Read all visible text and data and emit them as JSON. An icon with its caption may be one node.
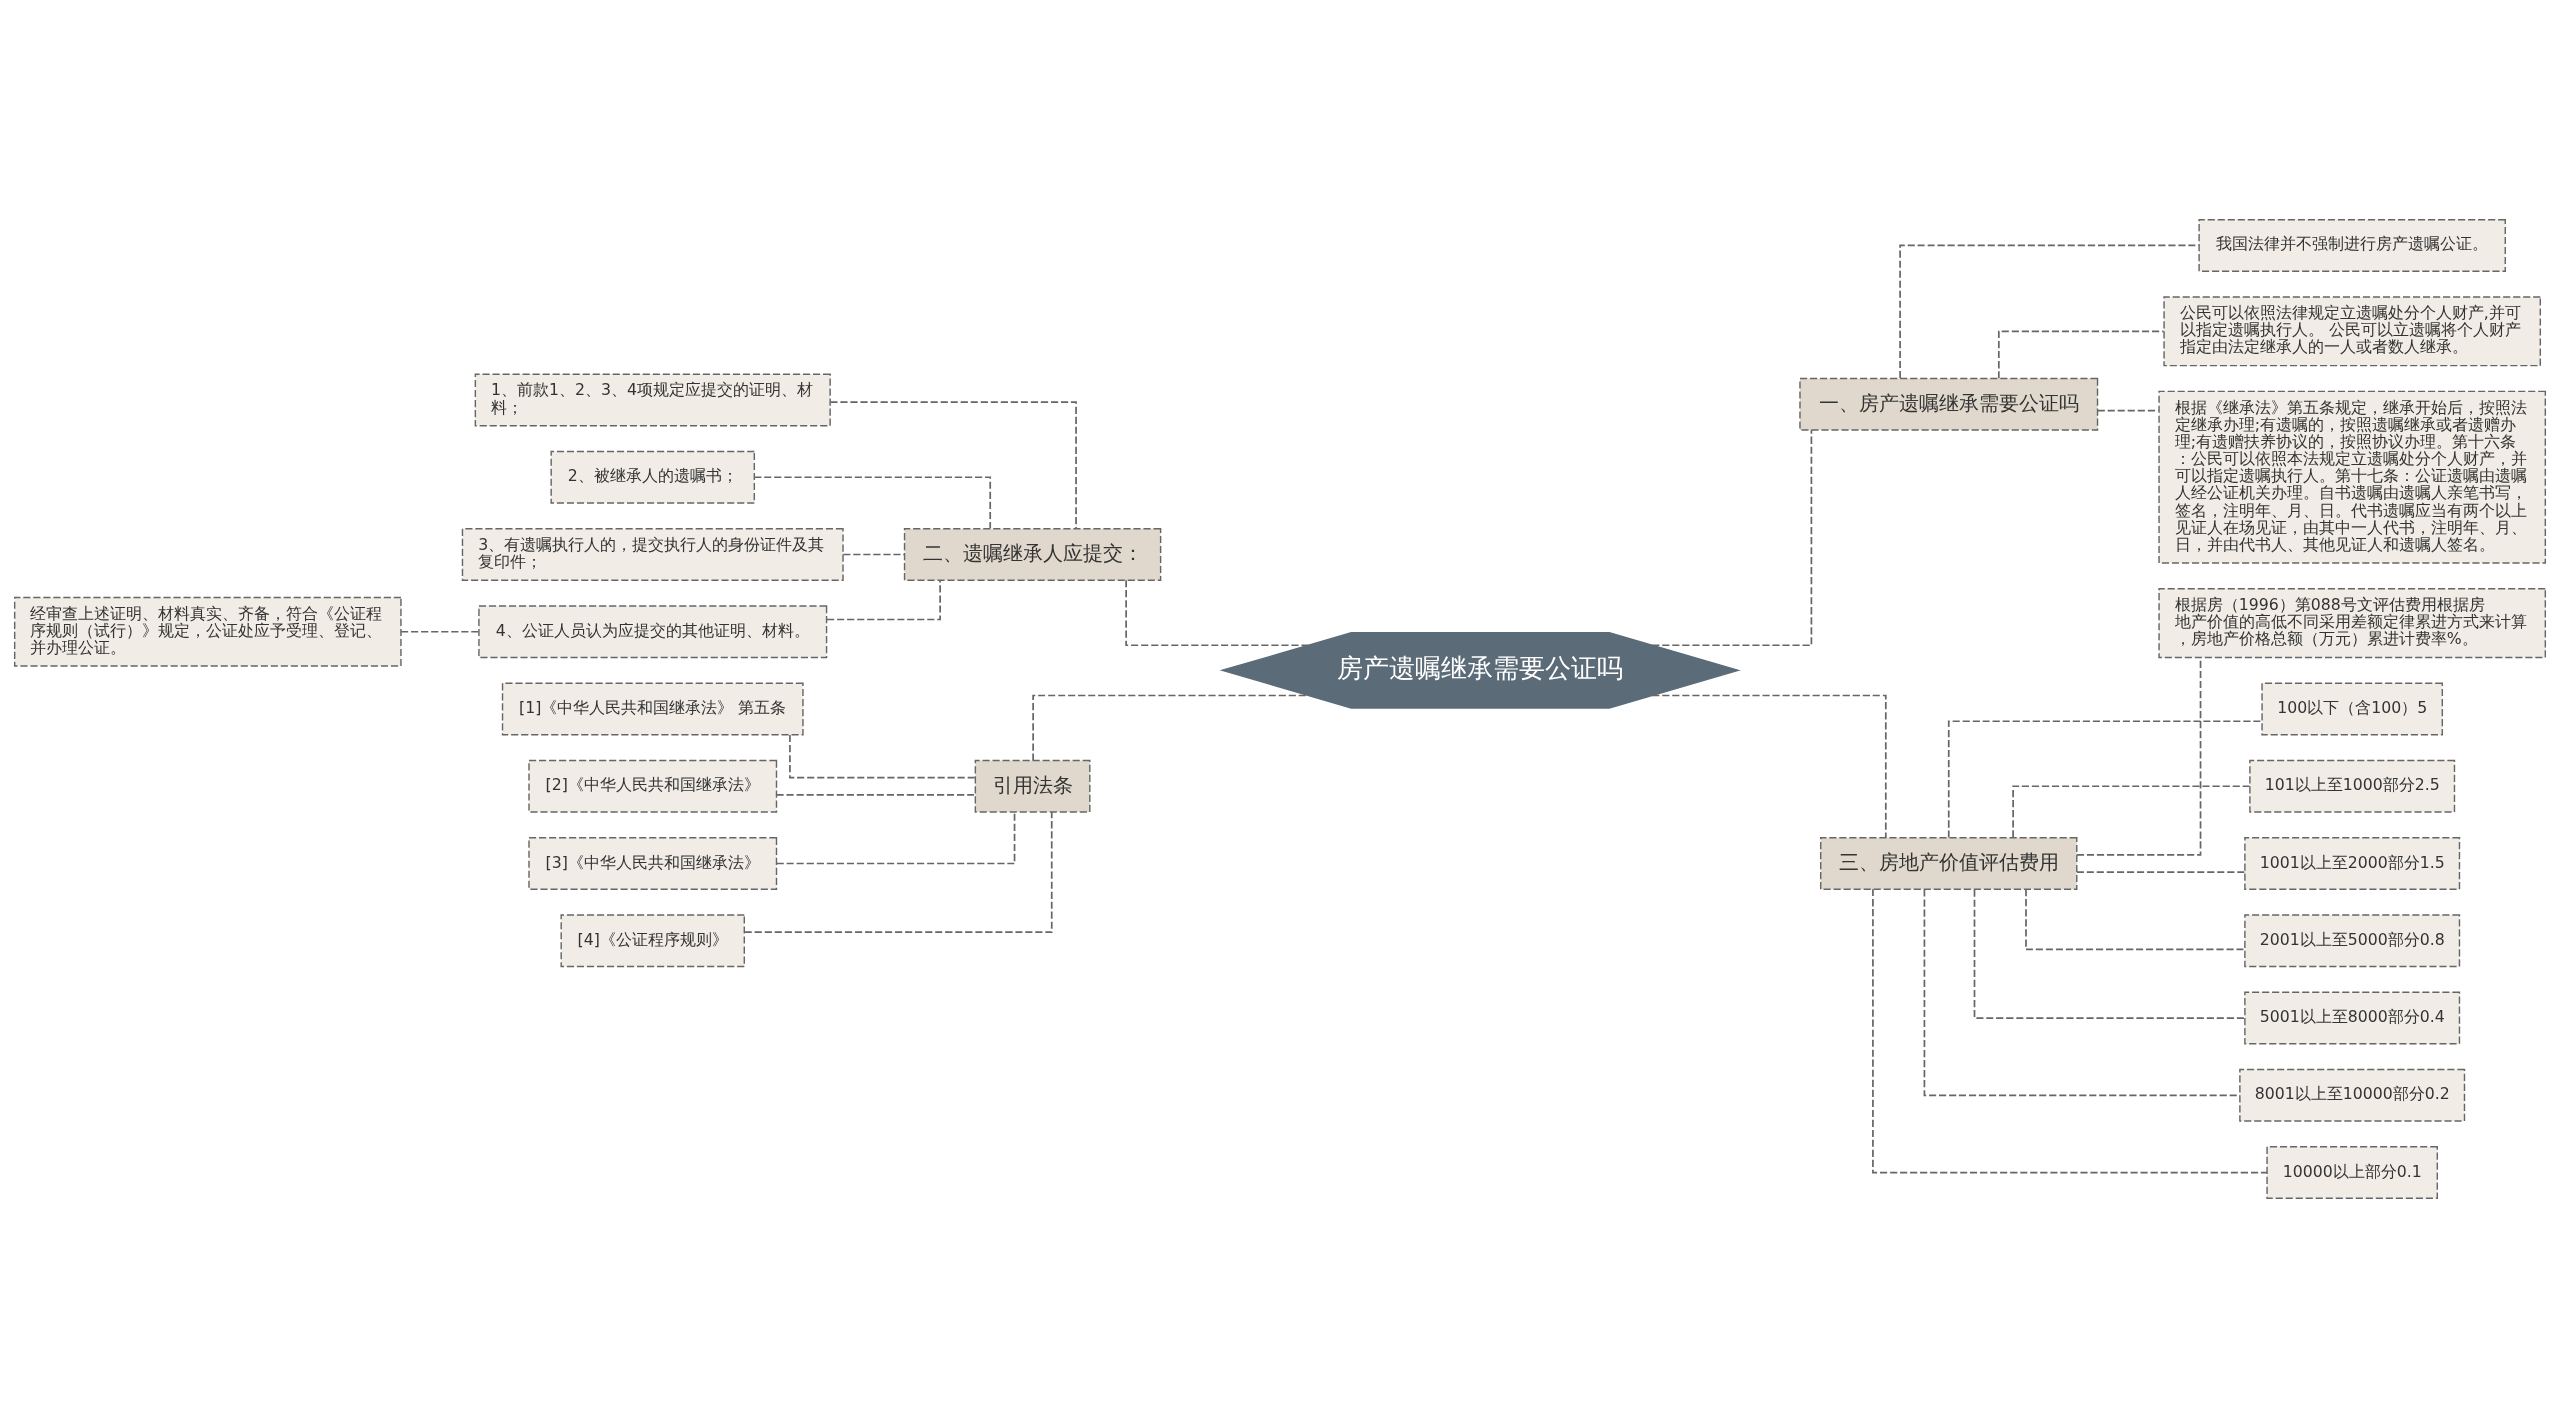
{
  "diagram": {
    "nodes": [
      {
        "text": [
          "房产遗嘱继承需要公证吗"
        ]
      },
      {
        "text": [
          "一、房产遗嘱继承需要公证吗"
        ]
      },
      {
        "text": [
          "我国法律并不强制进行房产遗嘱公证。"
        ]
      },
      {
        "text": [
          "公民可以依照法律规定立遗嘱处分个人财产,并可以指定遗嘱执行人。 公民可以立遗嘱将个人财产指定由法定继承人的一人或者数人继承。"
        ]
      },
      {
        "text": [
          "根据《继承法》第五条规定，继承开始后，按照法定继承办理;有遗嘱的，按照遗嘱继承或者遗赠办理;有遗赠扶养协议的，按照协议办理。第十六条：公民可以依照本法规定立遗嘱处分个人财产，并可以指定遗嘱执行人。第十七条：公证遗嘱由遗嘱人经公证机关办理。自书遗嘱由遗嘱人亲笔书写，签名，注明年、月、日。代书遗嘱应当有两个以上见证人在场见证，由其中一人代书，注明年、月、日，并由代书人、其他见证人和遗嘱人签名。"
        ]
      },
      {
        "text": [
          "二、遗嘱继承人应提交："
        ]
      },
      {
        "text": [
          "1、前款1、2、3、4项规定应提交的证明、材料；"
        ]
      },
      {
        "text": [
          "2、被继承人的遗嘱书；"
        ]
      },
      {
        "text": [
          "3、有遗嘱执行人的，提交执行人的身份证件及其复印件；"
        ]
      },
      {
        "text": [
          "4、公证人员认为应提交的其他证明、材料。"
        ]
      },
      {
        "text": [
          "经审查上述证明、材料真实、齐备，符合《公证程序规则（试行）》规定，公证处应予受理、登记、并办理公证。"
        ]
      },
      {
        "text": [
          "引用法条"
        ]
      },
      {
        "text": [
          "[1]《中华人民共和国继承法》 第五条"
        ]
      },
      {
        "text": [
          "[2]《中华人民共和国继承法》"
        ]
      },
      {
        "text": [
          "[3]《中华人民共和国继承法》"
        ]
      },
      {
        "text": [
          "[4]《公证程序规则》"
        ]
      },
      {
        "text": [
          "三、房地产价值评估费用"
        ]
      },
      {
        "text": [
          "根据房（1996）第088号文评估费用根据房地产价值的高低不同采用差额定律累进方式来计算，房地产价格总额（万元）累进计费率%。"
        ]
      },
      {
        "text": [
          "100以下（含100）5"
        ]
      },
      {
        "text": [
          "101以上至1000部分2.5"
        ]
      },
      {
        "text": [
          "1001以上至2000部分1.5"
        ]
      },
      {
        "text": [
          "2001以上至5000部分0.8"
        ]
      },
      {
        "text": [
          "5001以上至8000部分0.4"
        ]
      },
      {
        "text": [
          "8001以上至10000部分0.2"
        ]
      },
      {
        "text": [
          "10000以上部分0.1"
        ]
      }
    ],
    "edges": [
      {
        "from": 0,
        "to": 1,
        "arrow": "none"
      },
      {
        "from": 1,
        "to": 2,
        "arrow": "none"
      },
      {
        "from": 1,
        "to": 3,
        "arrow": "none"
      },
      {
        "from": 1,
        "to": 4,
        "arrow": "none"
      },
      {
        "from": 0,
        "to": 5,
        "arrow": "none"
      },
      {
        "from": 5,
        "to": 6,
        "arrow": "none"
      },
      {
        "from": 5,
        "to": 7,
        "arrow": "none"
      },
      {
        "from": 5,
        "to": 8,
        "arrow": "none"
      },
      {
        "from": 5,
        "to": 9,
        "arrow": "none"
      },
      {
        "from": 9,
        "to": 10,
        "arrow": "none"
      },
      {
        "from": 0,
        "to": 11,
        "arrow": "none"
      },
      {
        "from": 11,
        "to": 12,
        "arrow": "none"
      },
      {
        "from": 11,
        "to": 13,
        "arrow": "none"
      },
      {
        "from": 11,
        "to": 14,
        "arrow": "none"
      },
      {
        "from": 11,
        "to": 15,
        "arrow": "none"
      },
      {
        "from": 0,
        "to": 16,
        "arrow": "none"
      },
      {
        "from": 16,
        "to": 17,
        "arrow": "none"
      },
      {
        "from": 16,
        "to": 18,
        "arrow": "none"
      },
      {
        "from": 16,
        "to": 19,
        "arrow": "none"
      },
      {
        "from": 16,
        "to": 20,
        "arrow": "none"
      },
      {
        "from": 16,
        "to": 21,
        "arrow": "none"
      },
      {
        "from": 16,
        "to": 22,
        "arrow": "none"
      },
      {
        "from": 16,
        "to": 23,
        "arrow": "none"
      },
      {
        "from": 16,
        "to": 24,
        "arrow": "none"
      }
    ]
  }
}
